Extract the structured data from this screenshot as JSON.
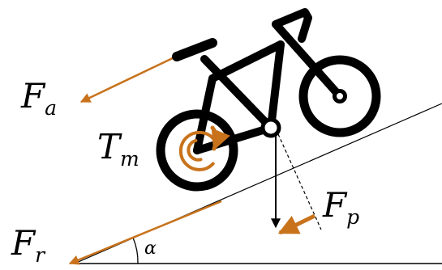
{
  "labels": {
    "aero_force": {
      "main": "F",
      "sub": "a"
    },
    "torque": {
      "main": "T",
      "sub": "m"
    },
    "rolling_force": {
      "main": "F",
      "sub": "r"
    },
    "slope_force": {
      "main": "F",
      "sub": "p"
    },
    "angle": "α"
  },
  "colors": {
    "force_arrow": "#c8731c",
    "frame": "#000000",
    "ground": "#000000"
  }
}
